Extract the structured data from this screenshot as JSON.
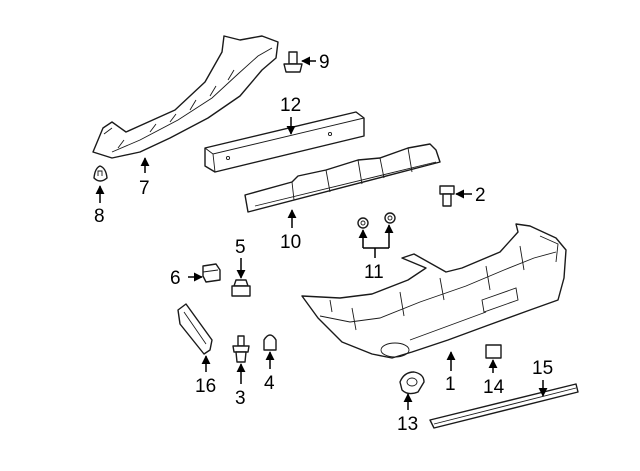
{
  "callouts": {
    "c1": "1",
    "c2": "2",
    "c3": "3",
    "c4": "4",
    "c5": "5",
    "c6": "6",
    "c7": "7",
    "c8": "8",
    "c9": "9",
    "c10": "10",
    "c11": "11",
    "c12": "12",
    "c13": "13",
    "c14": "14",
    "c15": "15",
    "c16": "16"
  },
  "colors": {
    "line": "#1a1a1a",
    "background": "#ffffff"
  }
}
